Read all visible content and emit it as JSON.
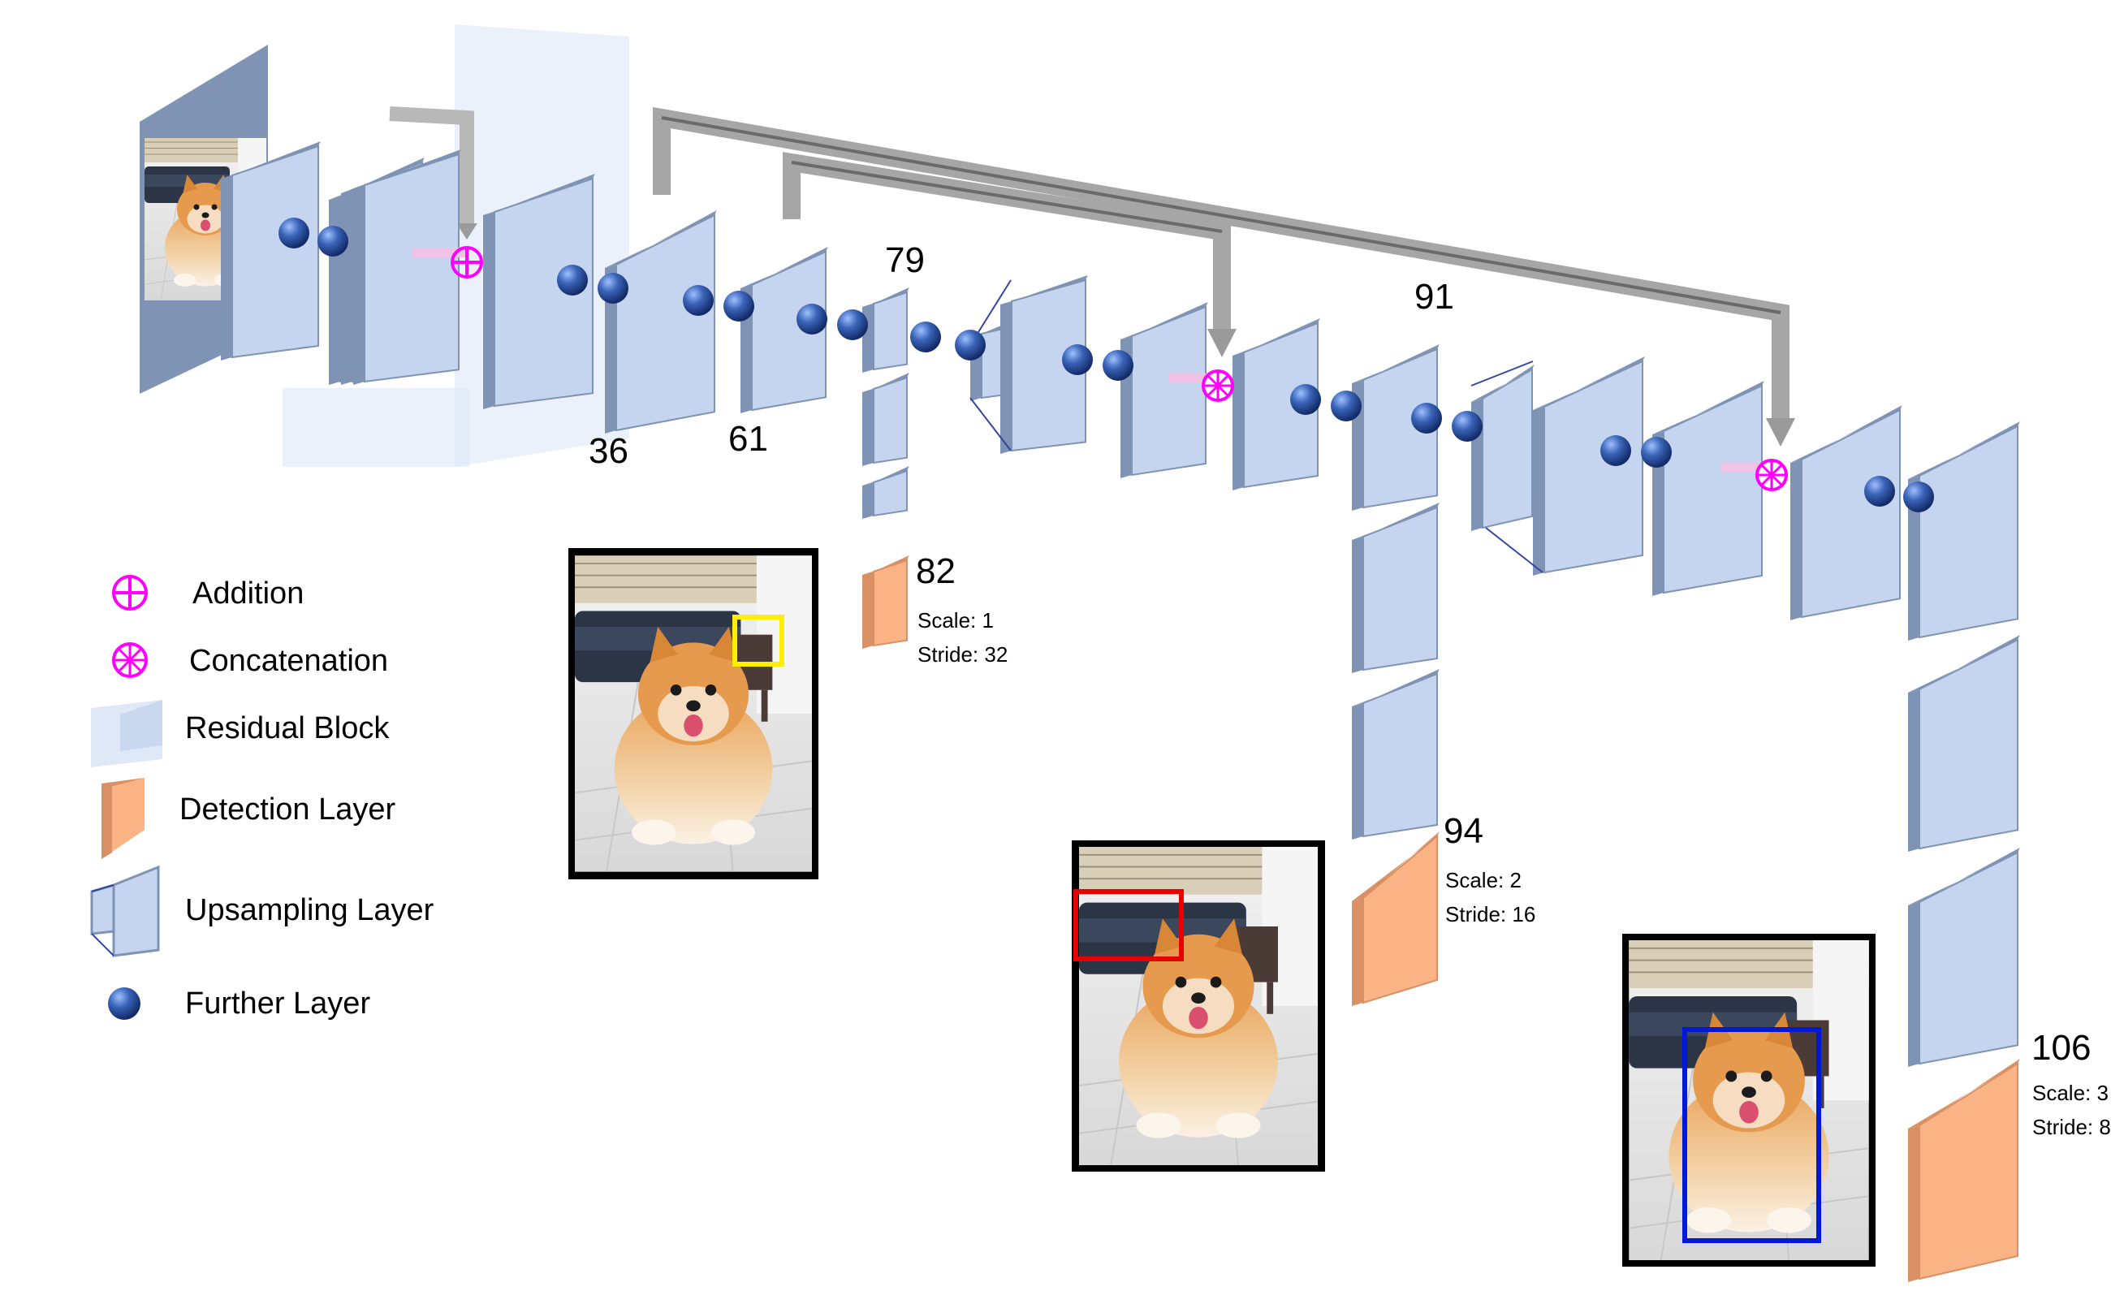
{
  "layer_numbers": {
    "l36": "36",
    "l61": "61",
    "l79": "79",
    "l82": "82",
    "l91": "91",
    "l94": "94",
    "l106": "106"
  },
  "detections": {
    "scale1": {
      "scale": "Scale: 1",
      "stride": "Stride: 32",
      "box_color": "#ffee00"
    },
    "scale2": {
      "scale": "Scale: 2",
      "stride": "Stride: 16",
      "box_color": "#e60000"
    },
    "scale3": {
      "scale": "Scale: 3",
      "stride": "Stride: 8",
      "box_color": "#0019d6"
    }
  },
  "legend": {
    "addition": "Addition",
    "concatenation": "Concatenation",
    "residual_block": "Residual Block",
    "detection_layer": "Detection Layer",
    "upsampling_layer": "Upsampling Layer",
    "further_layer": "Further Layer"
  },
  "colors": {
    "layer_face": "#c5d5f0",
    "layer_side": "#7f93b4",
    "detection_face": "#f9b384",
    "detection_side": "#d89064",
    "operator": "#ff00ff",
    "further_layer": "#2f57a8",
    "skip_arrow": "#a6a6a6",
    "residual": "#dbe5f5"
  }
}
